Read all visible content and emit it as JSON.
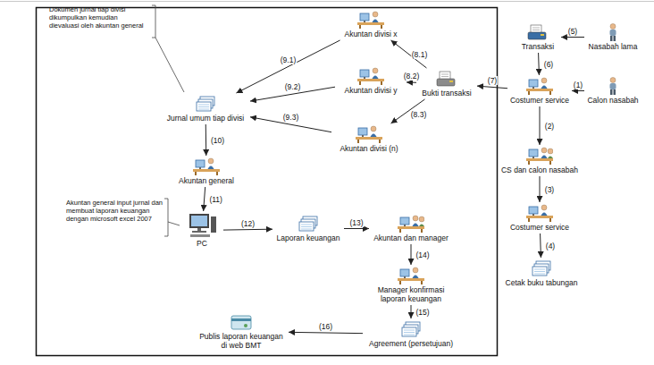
{
  "diagram": {
    "nodes": [
      {
        "text": [
          "Jurnal umum tiap divisi"
        ]
      },
      {
        "text": [
          "Akuntan divisi x"
        ]
      },
      {
        "text": [
          "Akuntan divisi y"
        ]
      },
      {
        "text": [
          "Akuntan divisi (n)"
        ]
      },
      {
        "text": [
          "Bukti transaksi"
        ]
      },
      {
        "text": [
          "Transaksi"
        ]
      },
      {
        "text": [
          "Nasabah lama"
        ]
      },
      {
        "text": [
          "Costumer service"
        ]
      },
      {
        "text": [
          "Calon nasabah"
        ]
      },
      {
        "text": [
          "Akuntan general"
        ]
      },
      {
        "text": [
          "CS dan calon nasabah"
        ]
      },
      {
        "text": [
          "PC"
        ]
      },
      {
        "text": [
          "Laporan keuangan"
        ]
      },
      {
        "text": [
          "Akuntan dan manager"
        ]
      },
      {
        "text": [
          "Costumer service"
        ]
      },
      {
        "text": [
          "Cetak buku tabungan"
        ]
      },
      {
        "text": [
          "Manager konfirmasi laporan keuangan"
        ]
      },
      {
        "text": [
          "Agreement (persetujuan)"
        ]
      },
      {
        "text": [
          "Publis laporan keuangan di web BMT"
        ]
      }
    ],
    "edges": [
      {
        "from": 8,
        "to": 7,
        "label": "(1)",
        "arrow": "to"
      },
      {
        "from": 7,
        "to": 10,
        "label": "(2)",
        "arrow": "to"
      },
      {
        "from": 10,
        "to": 14,
        "label": "(3)",
        "arrow": "to"
      },
      {
        "from": 14,
        "to": 15,
        "label": "(4)",
        "arrow": "to"
      },
      {
        "from": 6,
        "to": 5,
        "label": "(5)",
        "arrow": "to"
      },
      {
        "from": 5,
        "to": 7,
        "label": "(6)",
        "arrow": "to"
      },
      {
        "from": 7,
        "to": 4,
        "label": "(7)",
        "arrow": "to"
      },
      {
        "from": 4,
        "to": 1,
        "label": "(8.1)",
        "arrow": "to"
      },
      {
        "from": 4,
        "to": 2,
        "label": "(8.2)",
        "arrow": "to"
      },
      {
        "from": 4,
        "to": 3,
        "label": "(8.3)",
        "arrow": "to"
      },
      {
        "from": 1,
        "to": 0,
        "label": "(9.1)",
        "arrow": "to"
      },
      {
        "from": 2,
        "to": 0,
        "label": "(9.2)",
        "arrow": "to"
      },
      {
        "from": 3,
        "to": 0,
        "label": "(9.3)",
        "arrow": "to"
      },
      {
        "from": 0,
        "to": 9,
        "label": "(10)",
        "arrow": "to"
      },
      {
        "from": 9,
        "to": 11,
        "label": "(11)",
        "arrow": "to"
      },
      {
        "from": 11,
        "to": 12,
        "label": "(12)",
        "arrow": "to"
      },
      {
        "from": 12,
        "to": 13,
        "label": "(13)",
        "arrow": "to"
      },
      {
        "from": 13,
        "to": 16,
        "label": "(14)",
        "arrow": "to"
      },
      {
        "from": 16,
        "to": 17,
        "label": "(15)",
        "arrow": "to"
      },
      {
        "from": 17,
        "to": 18,
        "label": "(16)",
        "arrow": "to"
      }
    ],
    "labels": [
      "Dokumen jurnal tiap divisi dikumpulkan kemudian dievaluasi oleh akuntan general",
      "Akuntan general input jurnal dan membuat laporan keuangan dengan microsoft excel 2007"
    ]
  }
}
